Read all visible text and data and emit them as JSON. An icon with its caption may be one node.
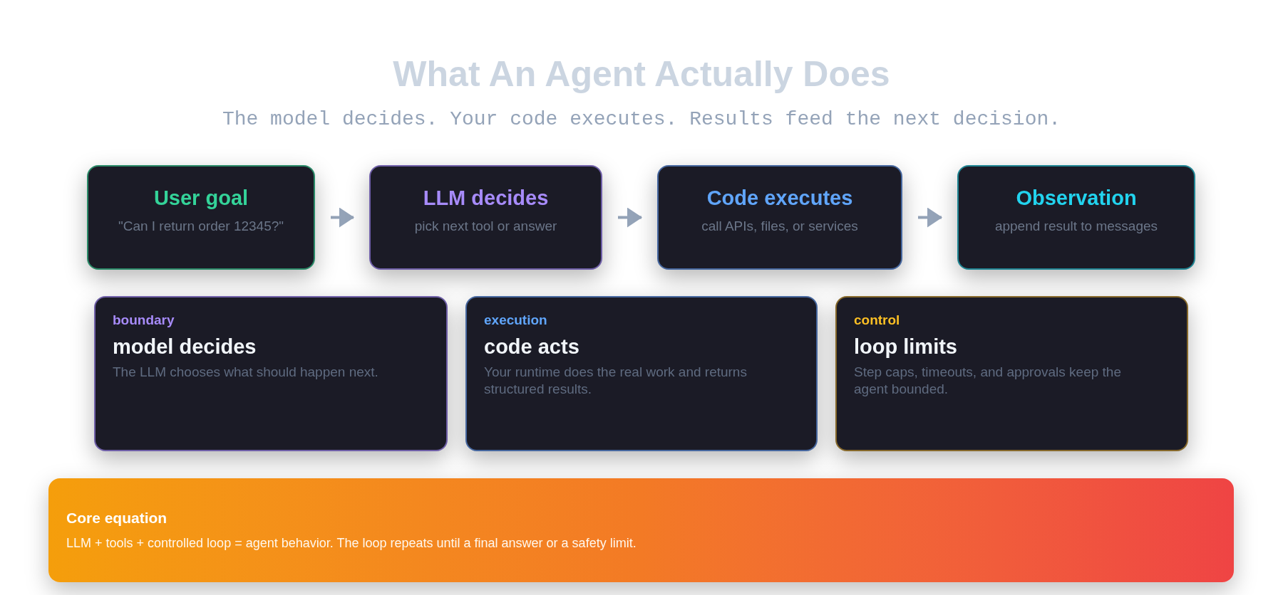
{
  "diagram": {
    "title": "What An Agent Actually Does",
    "nodes": [
      {
        "text": [
          "User goal",
          "\"Can I return order 12345?\""
        ]
      },
      {
        "text": [
          "LLM decides",
          "pick next tool or answer"
        ]
      },
      {
        "text": [
          "Code executes",
          "call APIs, files, or services"
        ]
      },
      {
        "text": [
          "Observation",
          "append result to messages"
        ]
      },
      {
        "text": [
          "boundary",
          "model decides",
          "The LLM chooses what should happen next."
        ]
      },
      {
        "text": [
          "execution",
          "code acts",
          "Your runtime does the real work and returns structured results."
        ]
      },
      {
        "text": [
          "control",
          "loop limits",
          "Step caps, timeouts, and approvals keep the agent bounded."
        ]
      },
      {
        "text": [
          "Core equation",
          "LLM + tools + controlled loop = agent behavior. The loop repeats until a final answer or a safety limit."
        ]
      }
    ],
    "edges": [
      {
        "from": 0,
        "to": 1,
        "arrow": "to"
      },
      {
        "from": 1,
        "to": 2,
        "arrow": "to"
      },
      {
        "from": 2,
        "to": 3,
        "arrow": "to"
      }
    ],
    "labels": [
      "The model decides. Your code executes. Results feed the next decision."
    ]
  }
}
